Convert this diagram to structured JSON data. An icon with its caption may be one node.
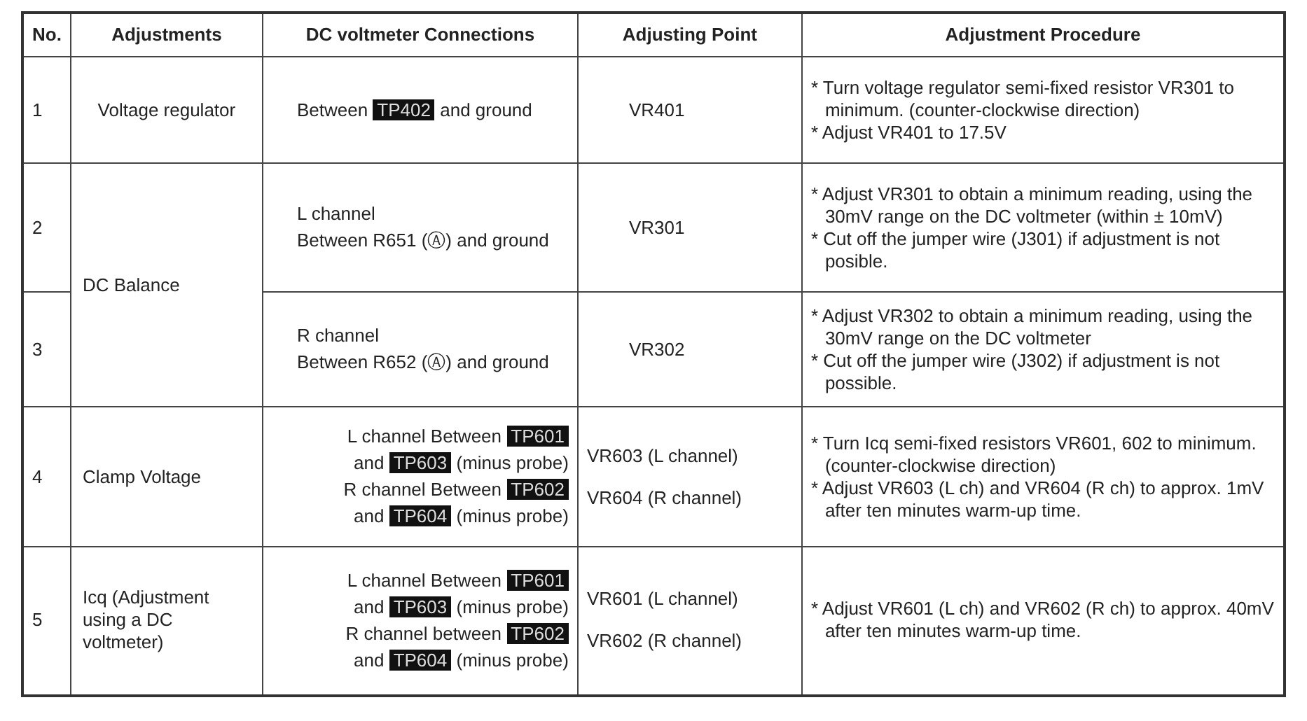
{
  "diagram": {
    "labels": [
      "No.",
      "Adjustments",
      "DC voltmeter Connections",
      "Adjusting Point",
      "Adjustment Procedure",
      "1",
      "Voltage regulator",
      "Between",
      "TP402",
      "and ground",
      "VR401",
      "* Turn voltage regulator semi-fixed resistor VR301 to minimum. (counter-clockwise direction)",
      "* Adjust VR401 to 17.5V",
      "2",
      "DC Balance",
      "L channel",
      "Between R651 (Ⓐ) and ground",
      "VR301",
      "* Adjust VR301 to obtain a minimum reading, using the 30mV range on the DC voltmeter (within ± 10mV)",
      "* Cut off the jumper wire (J301) if adjustment is not posible.",
      "3",
      "R channel",
      "Between R652 (Ⓐ) and ground",
      "VR302",
      "* Adjust VR302 to obtain a minimum reading, using the 30mV range on the DC voltmeter",
      "* Cut off the jumper wire (J302) if adjustment is not possible.",
      "4",
      "Clamp Voltage",
      "L channel Between",
      "TP601",
      "and",
      "TP603",
      "(minus probe)",
      "R channel Between",
      "TP602",
      "and",
      "TP604",
      "(minus probe)",
      "VR603 (L channel)",
      "VR604 (R channel)",
      "* Turn Icq semi-fixed resistors VR601, 602 to minimum. (counter-clockwise direction)",
      "* Adjust VR603 (L ch) and VR604 (R ch) to approx. 1mV after ten minutes warm-up time.",
      "5",
      "Icq (Adjustment using a DC voltmeter)",
      "L channel Between",
      "TP601",
      "and",
      "TP603",
      "(minus probe)",
      "R channel between",
      "TP602",
      "and",
      "TP604",
      "(minus probe)",
      "VR601 (L channel)",
      "VR602 (R channel)",
      "* Adjust VR601 (L ch) and VR602 (R ch) to approx. 40mV after ten minutes warm-up time."
    ]
  }
}
